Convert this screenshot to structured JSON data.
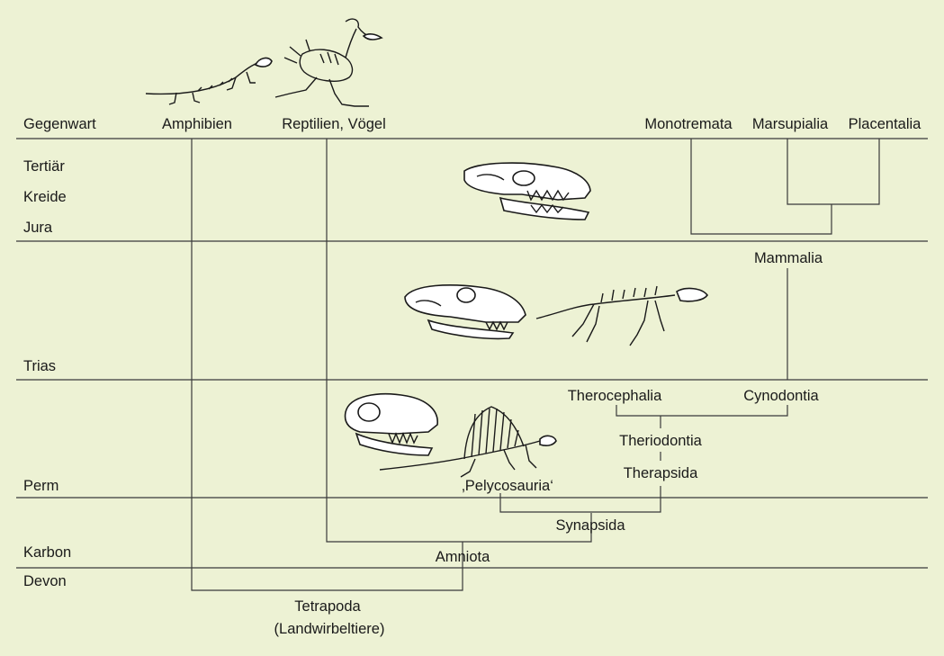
{
  "periods": {
    "gegenwart": "Gegenwart",
    "tertiaer": "Tertiär",
    "kreide": "Kreide",
    "jura": "Jura",
    "trias": "Trias",
    "perm": "Perm",
    "karbon": "Karbon",
    "devon": "Devon"
  },
  "taxa": {
    "amphibien": "Amphibien",
    "reptilien": "Reptilien, Vögel",
    "monotremata": "Monotremata",
    "marsupialia": "Marsupialia",
    "placentalia": "Placentalia",
    "mammalia": "Mammalia",
    "therocephalia": "Therocephalia",
    "cynodontia": "Cynodontia",
    "theriodontia": "Theriodontia",
    "therapsida": "Therapsida",
    "pelycosauria": "‚Pelycosauria‘",
    "synapsida": "Synapsida",
    "amniota": "Amniota",
    "tetrapoda": "Tetrapoda",
    "landwirbeltiere": "(Landwirbeltiere)"
  },
  "illustrations": [
    "salamander-skeleton",
    "bird-skeleton",
    "mammal-skull",
    "cynodont-skull",
    "cynodont-skeleton",
    "pelycosaur-skull",
    "dimetrodon-skeleton"
  ]
}
